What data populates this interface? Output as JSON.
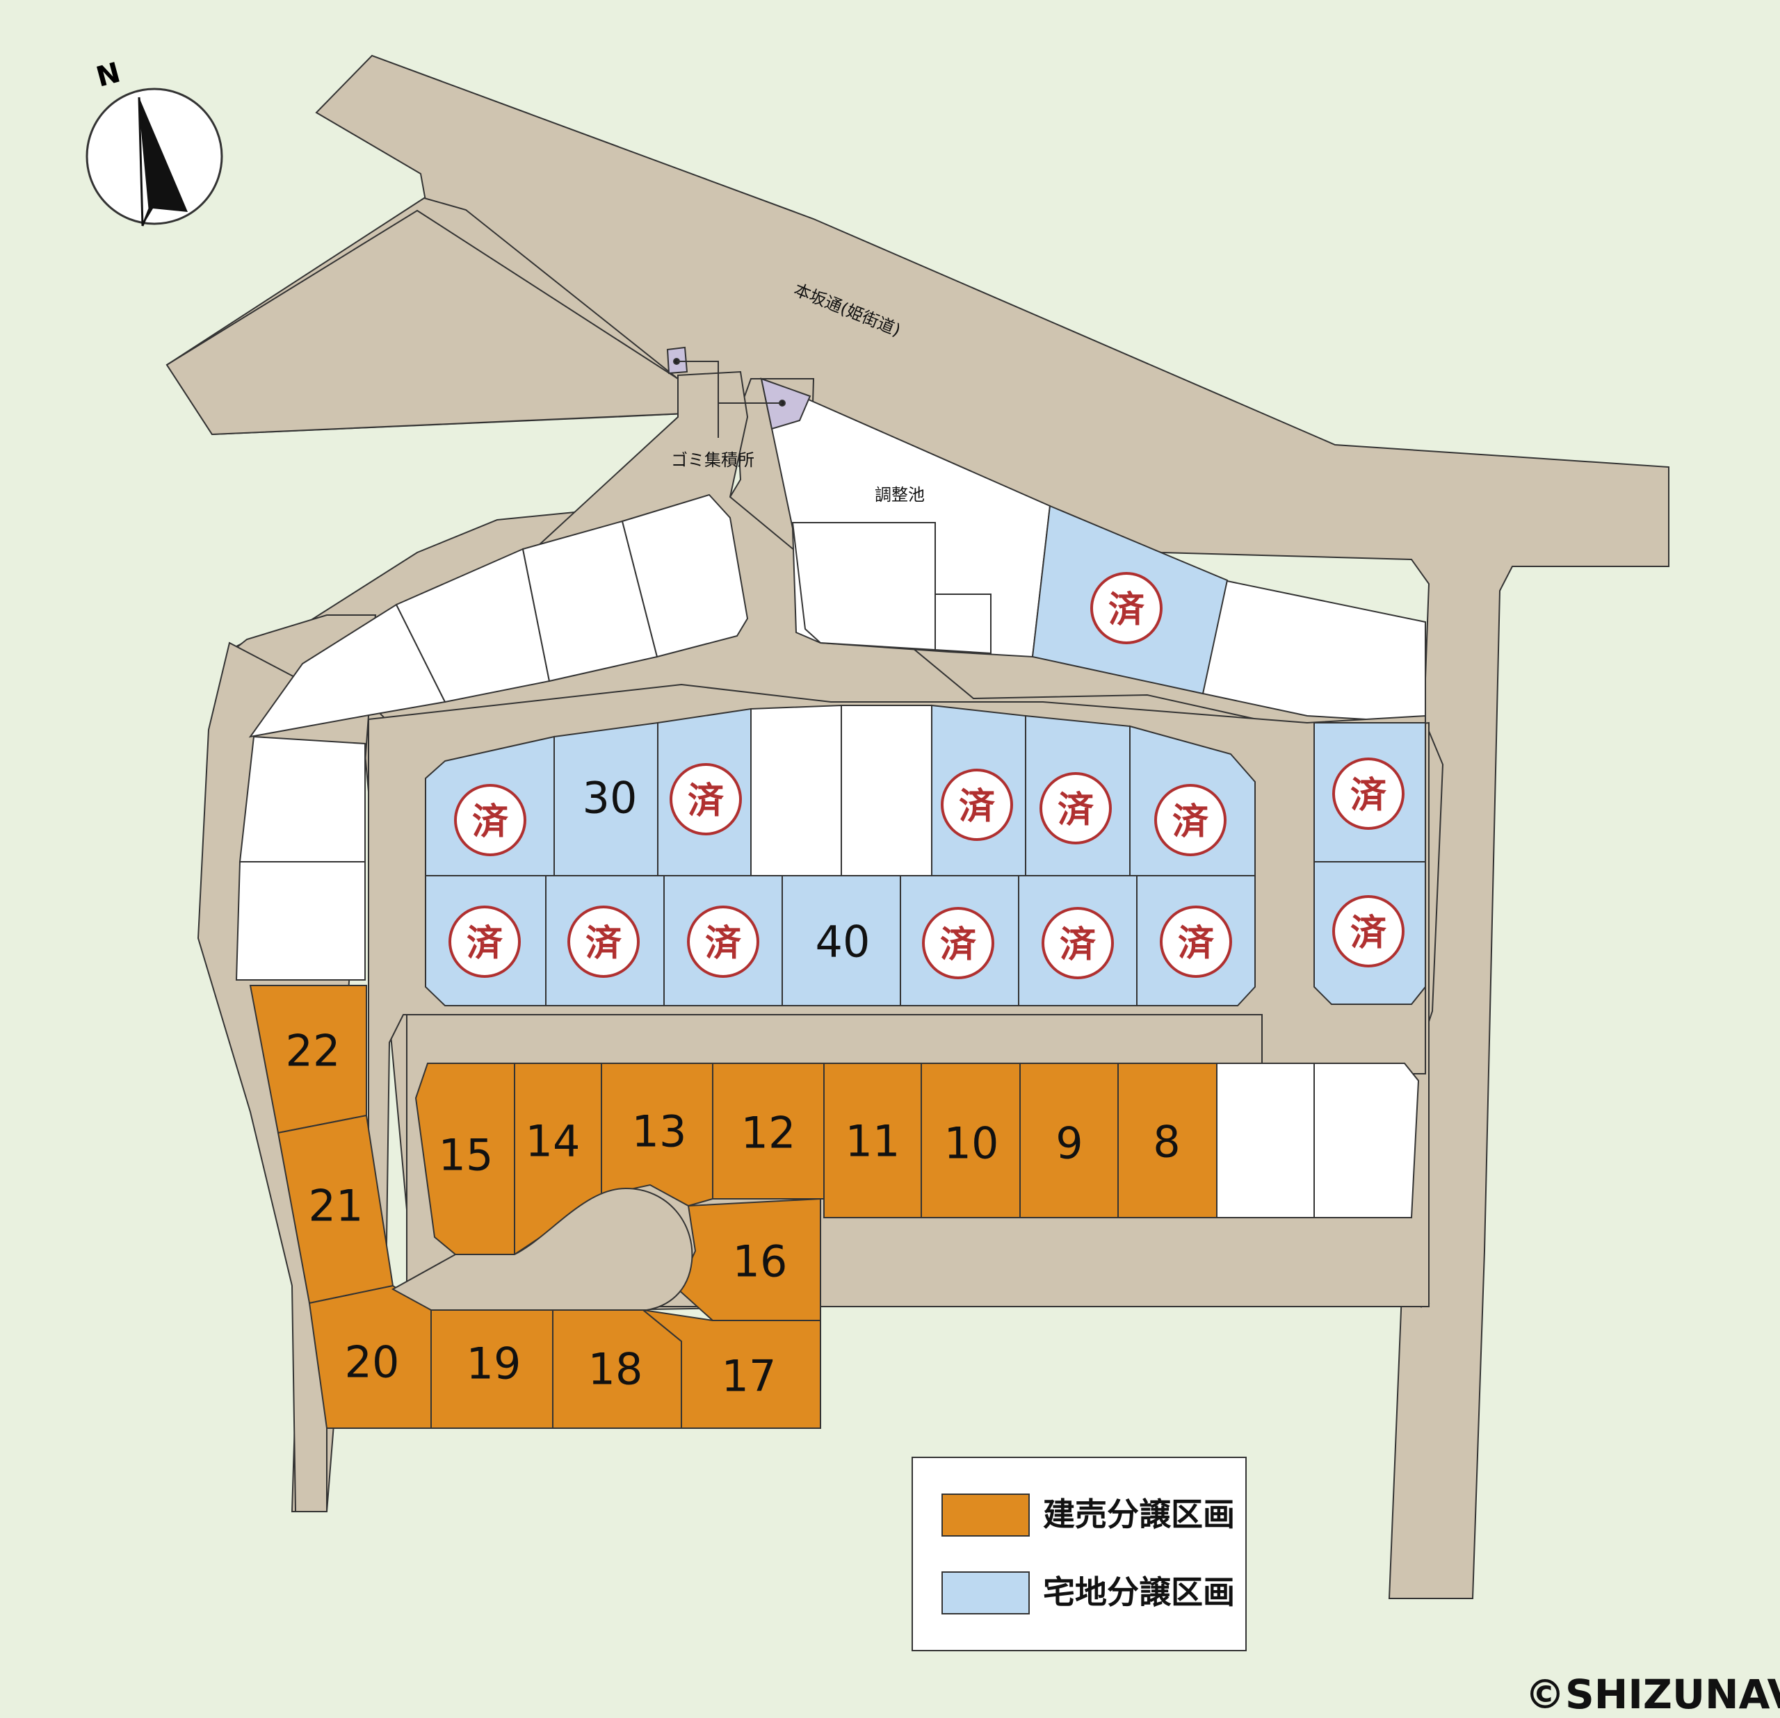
{
  "colors": {
    "background": "#e9f1df",
    "road": "#cfc4b0",
    "built_for_sale": "#df8b20",
    "residential_land": "#bdd9f1",
    "other_lot": "#ffffff",
    "garbage": "#c9c1dc",
    "sold_mark": "#b03030"
  },
  "compass": {
    "north": "N"
  },
  "labels": {
    "main_road": "本坂通(姫街道)",
    "garbage_site": "ゴミ集積所",
    "pond": "調整池"
  },
  "sold_mark": "済",
  "lots": {
    "l8": "8",
    "l9": "9",
    "l10": "10",
    "l11": "11",
    "l12": "12",
    "l13": "13",
    "l14": "14",
    "l15": "15",
    "l16": "16",
    "l17": "17",
    "l18": "18",
    "l19": "19",
    "l20": "20",
    "l21": "21",
    "l22": "22",
    "l30": "30",
    "l40": "40"
  },
  "legend": {
    "built_for_sale": "建売分譲区画",
    "residential_land": "宅地分譲区画"
  },
  "copyright": "©SHIZUNAVI"
}
